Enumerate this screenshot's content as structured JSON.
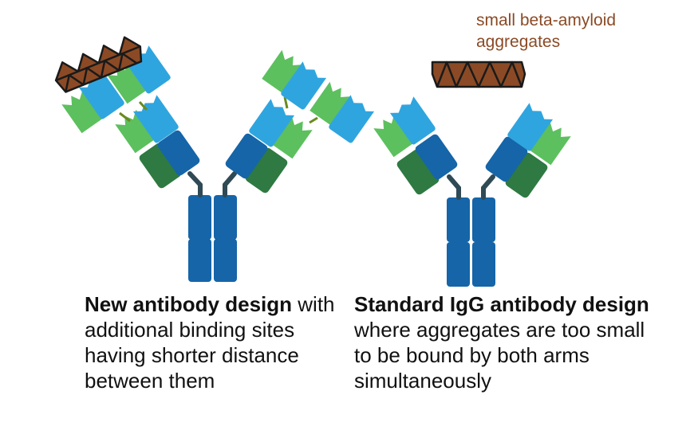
{
  "colors": {
    "heavy_dark": "#1565a8",
    "heavy_light": "#2fa5df",
    "light_dark": "#2e7a42",
    "light_light": "#5cc05e",
    "hinge": "#2f4a55",
    "linker": "#6a8a20",
    "aggregate_fill": "#8b4a25",
    "aggregate_stroke": "#1a1a1a",
    "label_brown": "#8b4a25",
    "text": "#111111"
  },
  "label": {
    "aggregates": "small beta-amyloid aggregates"
  },
  "captions": {
    "left": {
      "bold": "New antibody design",
      "rest": "with additional binding sites having shorter distance between them"
    },
    "right": {
      "bold": "Standard IgG antibody design",
      "rest": "where aggregates are too small to be bound by both arms simultaneously"
    }
  },
  "icons": [
    "antibody-new-design",
    "antibody-standard-igg",
    "beta-amyloid-aggregate"
  ]
}
